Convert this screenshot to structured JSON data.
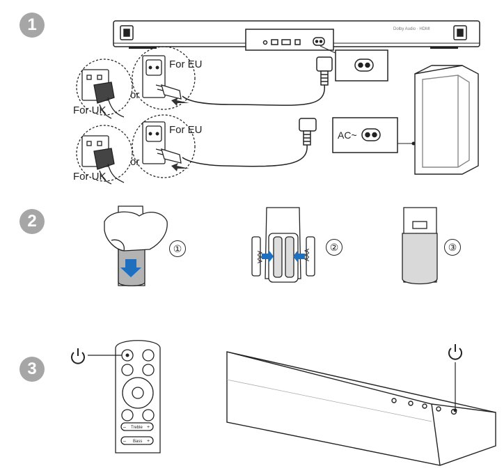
{
  "steps": [
    {
      "number": "1"
    },
    {
      "number": "2"
    },
    {
      "number": "3"
    }
  ],
  "connect_power": {
    "eu_label_top": "For EU",
    "eu_label_bottom": "For EU",
    "uk_label_top": "For UK",
    "uk_label_bottom": "For UK",
    "or_top": "or",
    "or_bottom": "or",
    "ac_label": "AC~"
  },
  "remote_batteries": {
    "substeps": [
      "①",
      "②",
      "③"
    ],
    "battery_label": "AAA",
    "plus": "+",
    "minus": "–"
  },
  "remote": {
    "treble_label": "Treble",
    "bass_label": "Bass",
    "plus": "+",
    "minus": "–"
  },
  "soundbar": {
    "brand_text": "Dolby Audio · HDMI"
  },
  "icons": {
    "power": "power-icon",
    "ac_socket": "figure-8-socket-icon",
    "insert_arrow": "blue-arrow-icon"
  },
  "colors": {
    "badge": "#a6a6a6",
    "arrow_blue": "#1f6fbf",
    "line": "#222222"
  }
}
